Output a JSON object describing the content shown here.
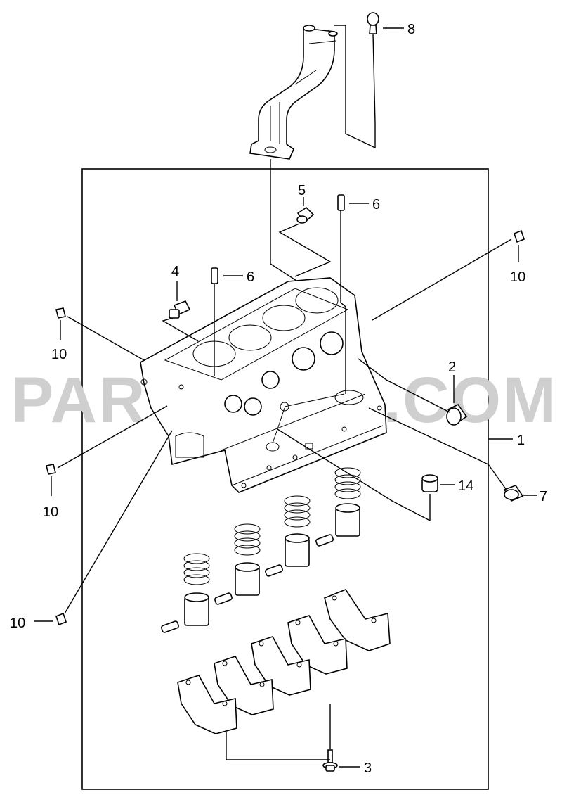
{
  "watermark": "PARTSOUQ.COM",
  "callouts": [
    {
      "id": "c8",
      "text": "8"
    },
    {
      "id": "c5",
      "text": "5"
    },
    {
      "id": "c6a",
      "text": "6"
    },
    {
      "id": "c6b",
      "text": "6"
    },
    {
      "id": "c4",
      "text": "4"
    },
    {
      "id": "c10a",
      "text": "10"
    },
    {
      "id": "c10b",
      "text": "10"
    },
    {
      "id": "c10c",
      "text": "10"
    },
    {
      "id": "c10d",
      "text": "10"
    },
    {
      "id": "c2",
      "text": "2"
    },
    {
      "id": "c1",
      "text": "1"
    },
    {
      "id": "c7",
      "text": "7"
    },
    {
      "id": "c14",
      "text": "14"
    },
    {
      "id": "c3",
      "text": "3"
    }
  ]
}
